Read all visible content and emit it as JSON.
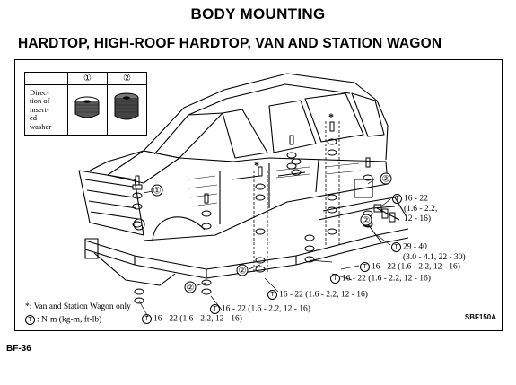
{
  "header": {
    "title": "BODY MOUNTING",
    "subtitle": "HARDTOP, HIGH-ROOF HARDTOP, VAN AND STATION WAGON"
  },
  "legend": {
    "col1": "①",
    "col2": "②",
    "row_label": [
      "Direc-",
      "tion of",
      "insert-",
      "ed",
      "washer"
    ]
  },
  "callouts": {
    "one": "①",
    "two": "②",
    "star": "*",
    "torque_symbol": "T"
  },
  "torque_notes": {
    "right_top": [
      "16 - 22",
      "(1.6 - 2.2,",
      "12 - 16)"
    ],
    "right_mid": [
      "29 - 40",
      "(3.0 - 4.1, 22 - 30)"
    ],
    "spec_a": "16 - 22 (1.6 - 2.2, 12 - 16)",
    "spec_b": "16 - 22 (1.6 - 2.2, 12 - 16)",
    "spec_c": "16 - 22 (1.6 - 2.2, 12 - 16)",
    "spec_d": "16 - 22 (1.6 - 2.2, 12 - 16)",
    "spec_e": "16 - 22 (1.6 - 2.2, 12 - 16)"
  },
  "footnotes": {
    "van_note": "*:  Van and Station Wagon only",
    "unit_note": ": N·m (kg-m, ft-lb)"
  },
  "figure_code": "SBF150A",
  "page_number": "BF-36"
}
